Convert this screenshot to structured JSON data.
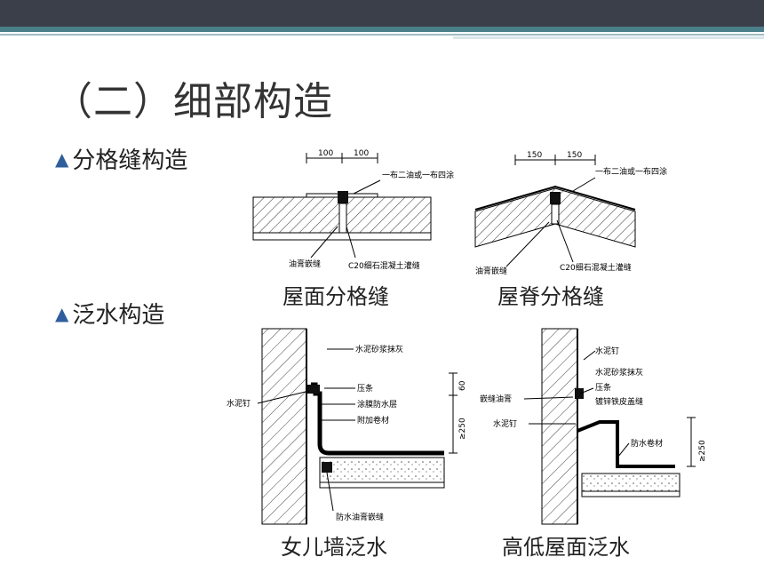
{
  "slide": {
    "title": "（二）细部构造",
    "bullets": [
      {
        "text": "分格缝构造"
      },
      {
        "text": "泛水构造"
      }
    ],
    "captions": {
      "roof_joint": "屋面分格缝",
      "ridge_joint": "屋脊分格缝",
      "parapet": "女儿墙泛水",
      "step_roof": "高低屋面泛水"
    }
  },
  "diagrams": {
    "roof_joint": {
      "dim_left": "100",
      "dim_right": "100",
      "label_top": "一布二油或一布四涂",
      "label_left": "油膏嵌缝",
      "label_right": "C20细石混凝土灌缝"
    },
    "ridge_joint": {
      "dim_left": "150",
      "dim_right": "150",
      "label_top": "一布二油或一布四涂",
      "label_left": "油膏嵌缝",
      "label_right": "C20细石混凝土灌缝"
    },
    "parapet": {
      "label_mortar": "水泥砂浆抹灰",
      "label_strip": "压条",
      "label_coating": "涂膜防水层",
      "label_extra": "附加卷材",
      "label_nail": "水泥钉",
      "label_bottom": "防水油膏嵌缝",
      "dim_a": "60",
      "dim_b": "≥250"
    },
    "step_roof": {
      "label_nail_top": "水泥钉",
      "label_mortar": "水泥砂浆抹灰",
      "label_strip": "压条",
      "label_flash": "镀锌铁皮盖缝",
      "label_sealant": "嵌缝油膏",
      "label_nail": "水泥钉",
      "label_membrane": "防水卷材",
      "dim": "≥250"
    }
  }
}
